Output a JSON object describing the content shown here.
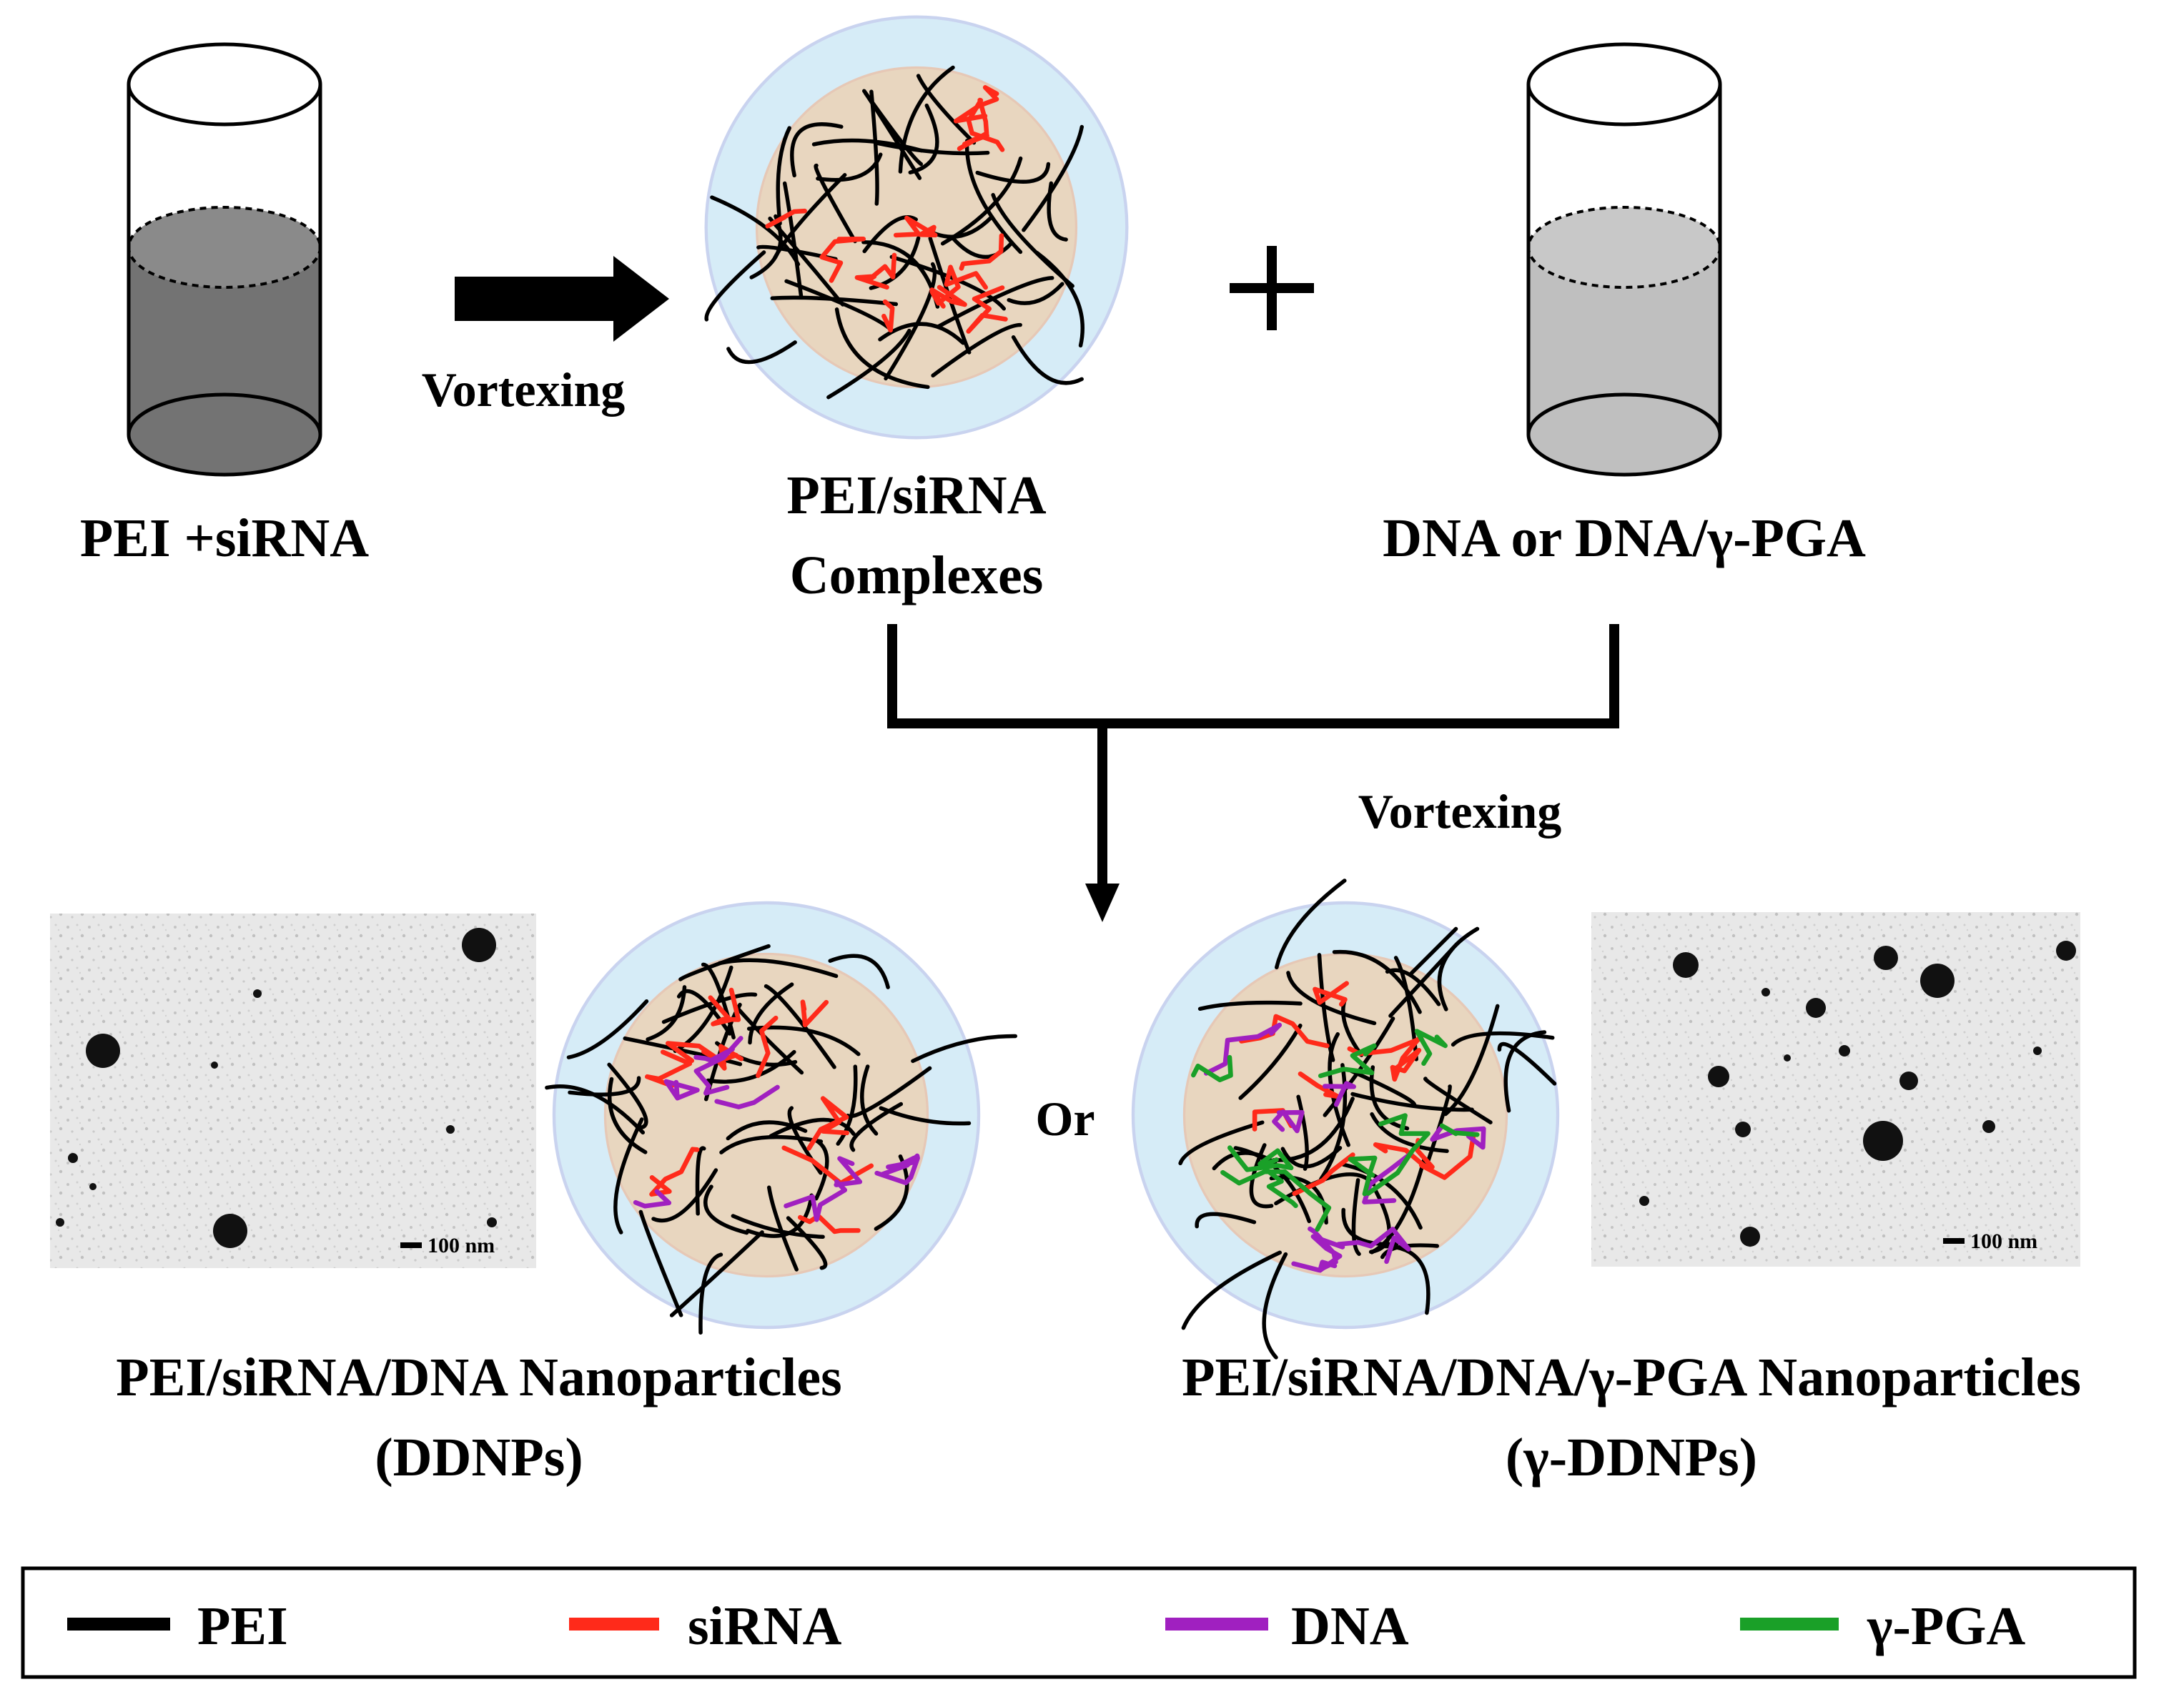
{
  "labels": {
    "tube1": "PEI +siRNA",
    "step1": "Vortexing",
    "complex_line1": "PEI/siRNA",
    "complex_line2": "Complexes",
    "plus": "+",
    "tube2": "DNA or DNA/γ-PGA",
    "step2": "Vortexing",
    "or": "Or",
    "left_np_line1": "PEI/siRNA/DNA Nanoparticles",
    "left_np_line2": "(DDNPs)",
    "right_np_line1": "PEI/siRNA/DNA/γ-PGA Nanoparticles",
    "right_np_line2": "(γ-DDNPs)",
    "scale_bar_left": "100 nm",
    "scale_bar_right": "100 nm"
  },
  "legend": [
    {
      "label": "PEI",
      "color": "#000000"
    },
    {
      "label": "siRNA",
      "color": "#ff2a1a"
    },
    {
      "label": "DNA",
      "color": "#a020c0"
    },
    {
      "label": "γ-PGA",
      "color": "#1aa028"
    }
  ],
  "colors": {
    "tube1_fill": "#737373",
    "tube2_fill": "#bfbfbf",
    "halo": "#d6ecf7",
    "core": "#e8d6bf"
  }
}
